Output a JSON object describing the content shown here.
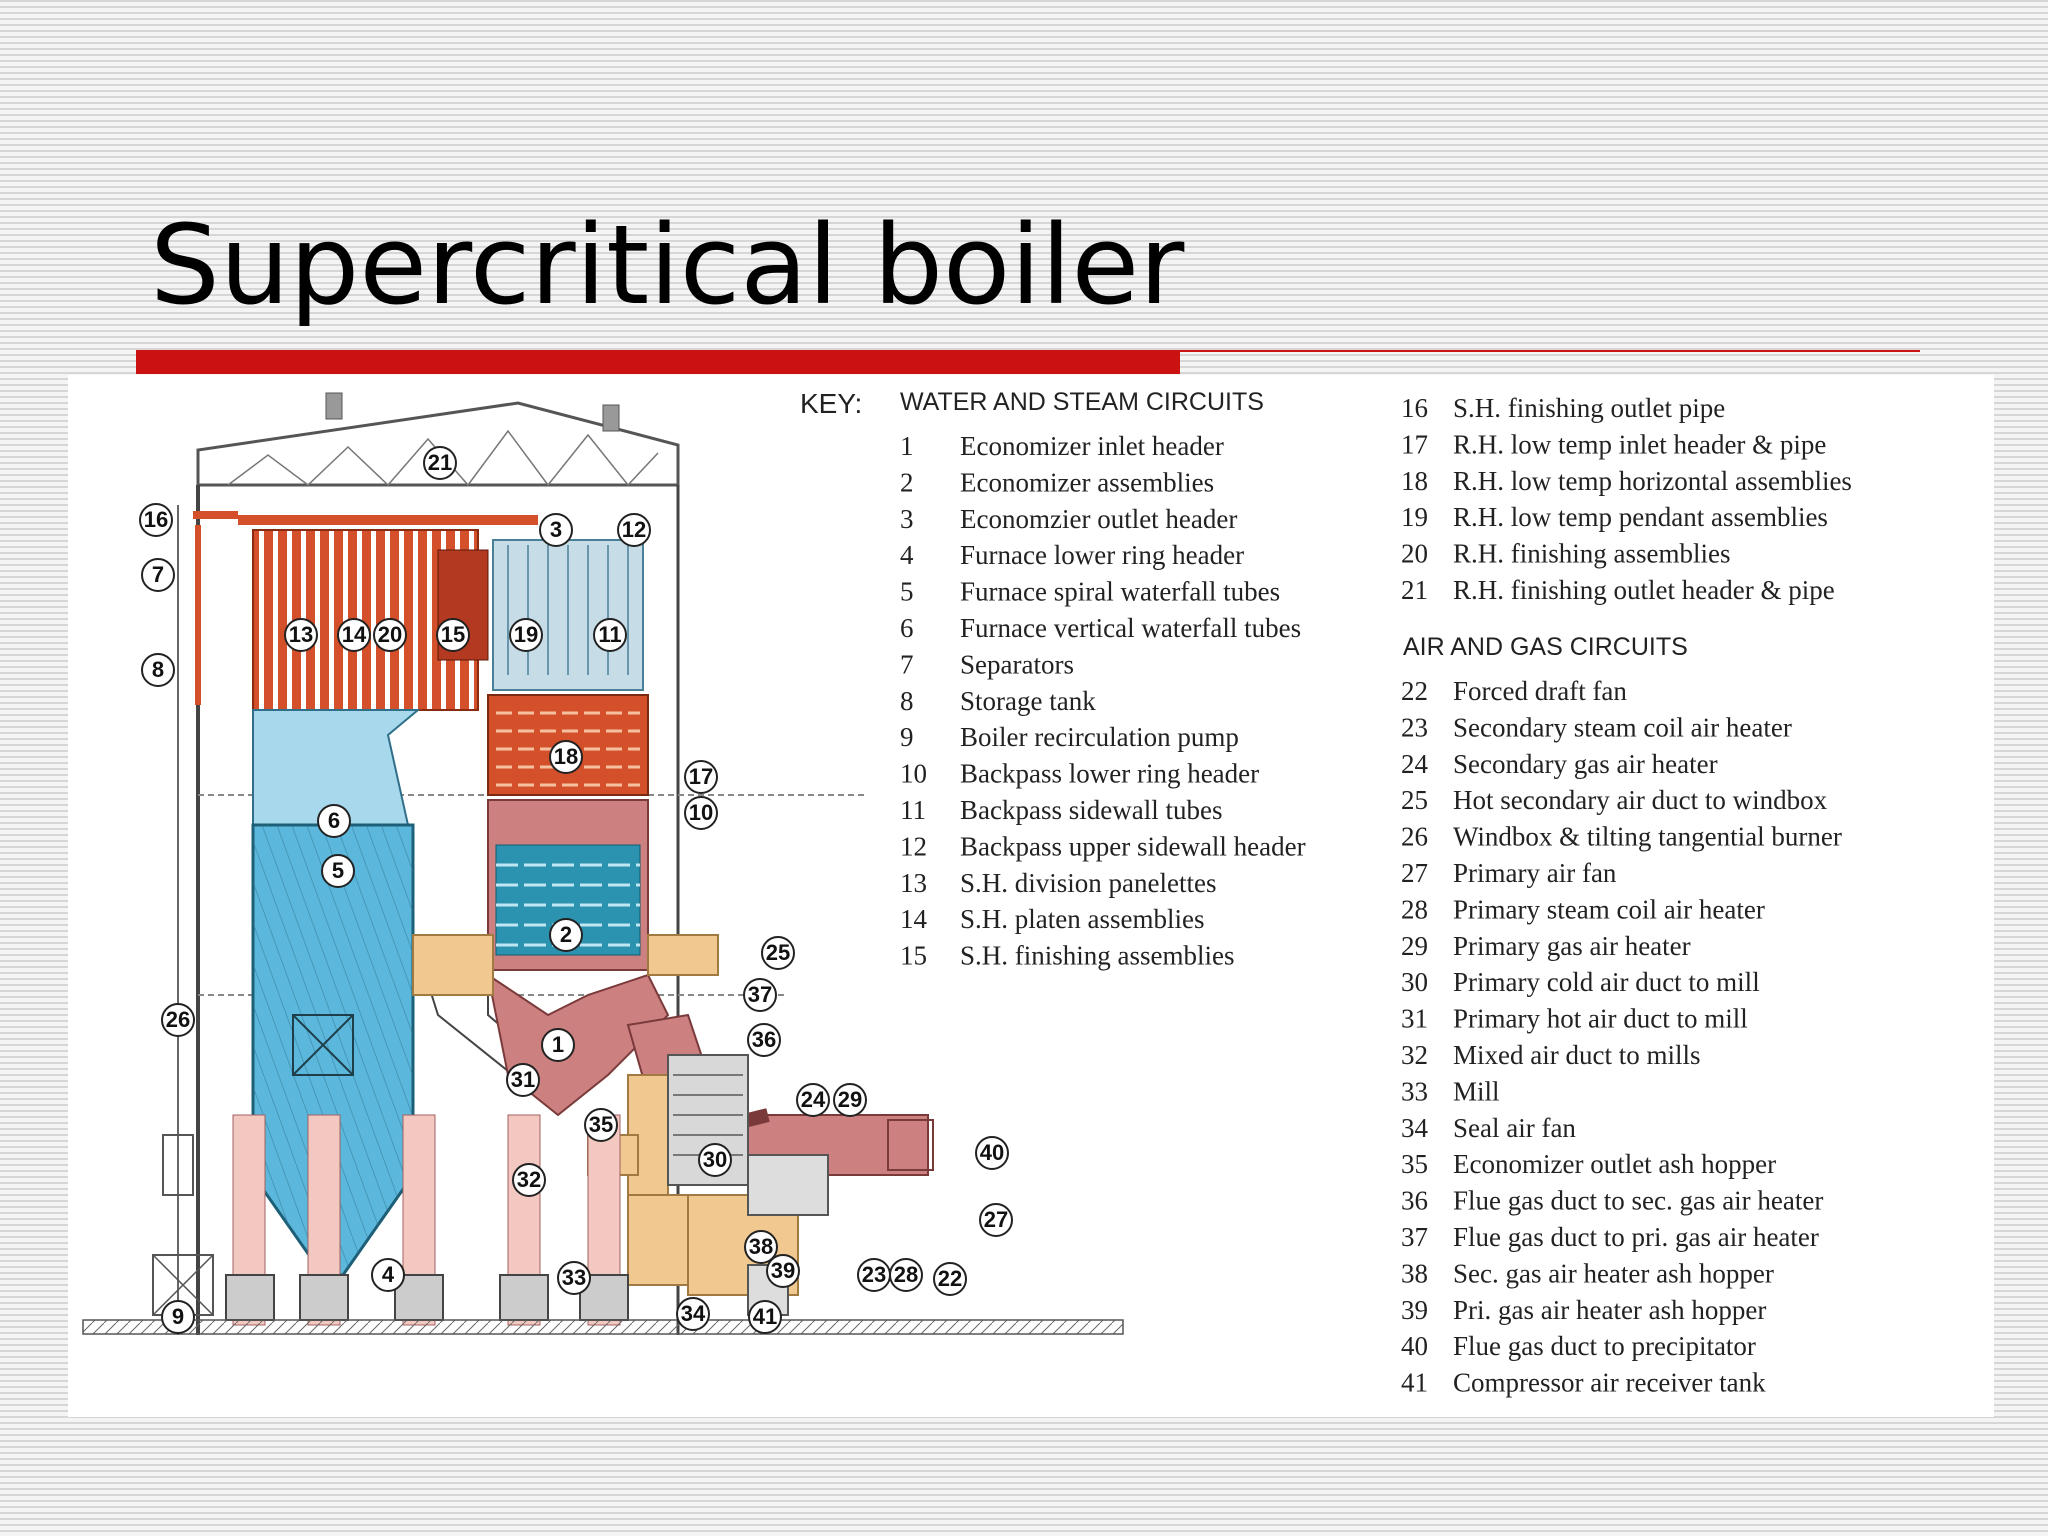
{
  "title": "Supercritical boiler",
  "key": {
    "label": "KEY:",
    "water_steam_heading": "WATER AND  STEAM CIRCUITS",
    "air_gas_heading": "AIR AND GAS CIRCUITS",
    "water_steam": [
      {
        "num": "1",
        "text": "Economizer inlet header"
      },
      {
        "num": "2",
        "text": "Economizer assemblies"
      },
      {
        "num": "3",
        "text": "Economzier outlet header"
      },
      {
        "num": "4",
        "text": "Furnace lower ring header"
      },
      {
        "num": "5",
        "text": "Furnace spiral waterfall tubes"
      },
      {
        "num": "6",
        "text": "Furnace vertical waterfall tubes"
      },
      {
        "num": "7",
        "text": "Separators"
      },
      {
        "num": "8",
        "text": "Storage tank"
      },
      {
        "num": "9",
        "text": "Boiler recirculation pump"
      },
      {
        "num": "10",
        "text": "Backpass lower ring header"
      },
      {
        "num": "11",
        "text": "Backpass sidewall tubes"
      },
      {
        "num": "12",
        "text": "Backpass upper sidewall header"
      },
      {
        "num": "13",
        "text": "S.H. division panelettes"
      },
      {
        "num": "14",
        "text": "S.H. platen assemblies"
      },
      {
        "num": "15",
        "text": "S.H. finishing assemblies"
      },
      {
        "num": "16",
        "text": "S.H. finishing outlet pipe"
      },
      {
        "num": "17",
        "text": "R.H. low temp inlet header & pipe"
      },
      {
        "num": "18",
        "text": "R.H. low temp horizontal assemblies"
      },
      {
        "num": "19",
        "text": "R.H. low temp pendant assemblies"
      },
      {
        "num": "20",
        "text": "R.H. finishing assemblies"
      },
      {
        "num": "21",
        "text": "R.H. finishing outlet header & pipe"
      }
    ],
    "air_gas": [
      {
        "num": "22",
        "text": "Forced draft fan"
      },
      {
        "num": "23",
        "text": "Secondary steam coil air heater"
      },
      {
        "num": "24",
        "text": "Secondary gas air heater"
      },
      {
        "num": "25",
        "text": "Hot secondary air duct to windbox"
      },
      {
        "num": "26",
        "text": "Windbox & tilting tangential burner"
      },
      {
        "num": "27",
        "text": "Primary air fan"
      },
      {
        "num": "28",
        "text": "Primary steam coil air heater"
      },
      {
        "num": "29",
        "text": "Primary gas air heater"
      },
      {
        "num": "30",
        "text": "Primary cold air duct to mill"
      },
      {
        "num": "31",
        "text": "Primary hot air duct to mill"
      },
      {
        "num": "32",
        "text": "Mixed air duct to mills"
      },
      {
        "num": "33",
        "text": "Mill"
      },
      {
        "num": "34",
        "text": "Seal air fan"
      },
      {
        "num": "35",
        "text": "Economizer outlet ash hopper"
      },
      {
        "num": "36",
        "text": "Flue gas duct to sec. gas air heater"
      },
      {
        "num": "37",
        "text": "Flue gas duct to pri. gas air heater"
      },
      {
        "num": "38",
        "text": "Sec. gas air heater ash hopper"
      },
      {
        "num": "39",
        "text": "Pri. gas air heater ash hopper"
      },
      {
        "num": "40",
        "text": "Flue gas duct to precipitator"
      },
      {
        "num": "41",
        "text": "Compressor air receiver tank"
      }
    ]
  },
  "callouts": [
    "21",
    "16",
    "7",
    "8",
    "3",
    "12",
    "13",
    "14",
    "20",
    "15",
    "19",
    "11",
    "18",
    "17",
    "10",
    "6",
    "5",
    "2",
    "25",
    "37",
    "26",
    "1",
    "36",
    "31",
    "35",
    "24",
    "29",
    "30",
    "40",
    "32",
    "27",
    "4",
    "33",
    "38",
    "39",
    "23",
    "28",
    "22",
    "9",
    "34",
    "41"
  ],
  "colors": {
    "accent_red": "#cc1111",
    "superheater_orange": "#d4502a",
    "furnace_blue": "#5bb8dc",
    "economizer_teal": "#2b93b0",
    "duct_pink": "#cc8080",
    "duct_tan": "#f0c890",
    "support_pink": "#f3c8c0"
  }
}
